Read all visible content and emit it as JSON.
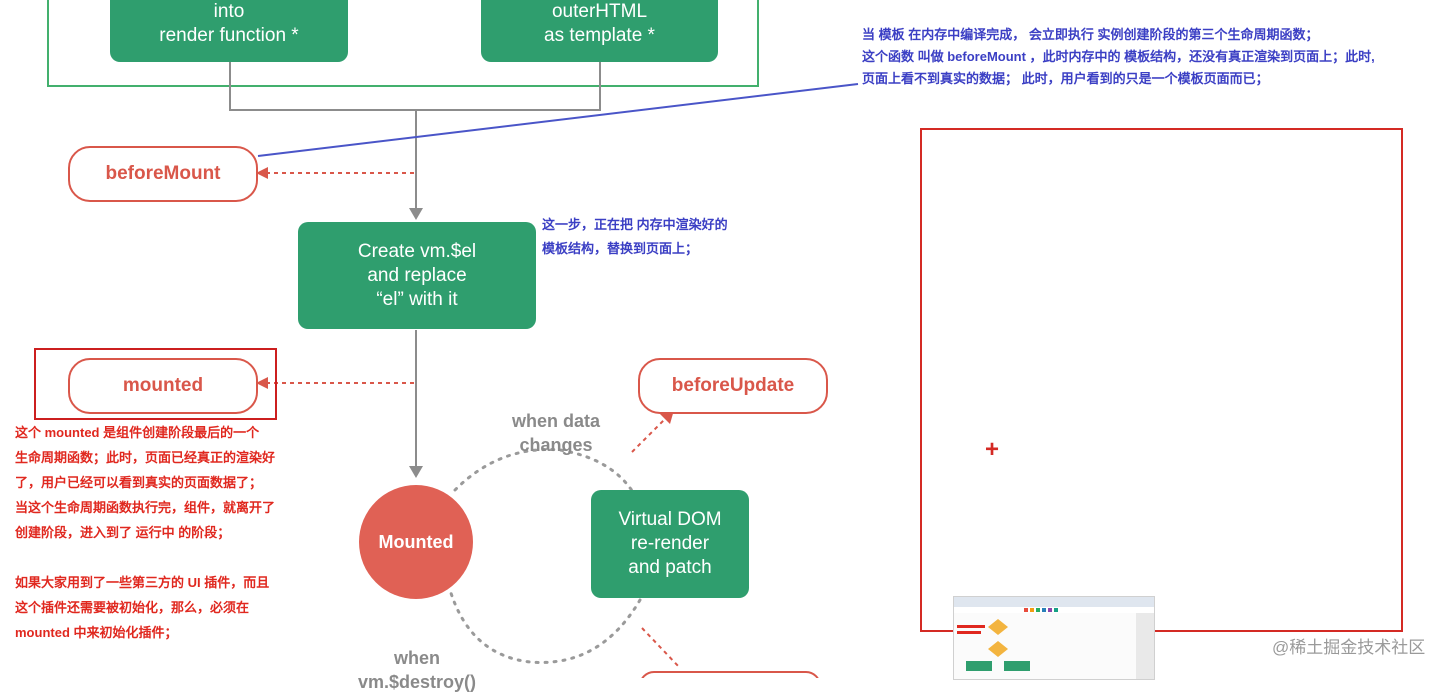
{
  "top_boxes": {
    "left": {
      "label": "into\nrender function *"
    },
    "right": {
      "label": "outerHTML\nas template *"
    }
  },
  "hooks": {
    "before_mount": "beforeMount",
    "mounted": "mounted",
    "before_update": "beforeUpdate"
  },
  "create_box": {
    "label": "Create vm.$el\nand replace\n“el” with it"
  },
  "mounted_state": {
    "label": "Mounted"
  },
  "virtual_dom_box": {
    "label": "Virtual DOM\nre-render\nand patch"
  },
  "when_data_changes": "when data\nchanges",
  "when_destroy": "when\nvm.$destroy()",
  "notes": {
    "before_mount": [
      "当 模板 在内存中编译完成， 会立即执行 实例创建阶段的第三个生命周期函数；",
      "这个函数 叫做 beforeMount ，此时内存中的 模板结构，还没有真正渲染到页面上；此时,",
      "页面上看不到真实的数据；  此时，用户看到的只是一个模板页面而已；"
    ],
    "create": [
      "这一步，正在把 内存中渲染好的",
      "模板结构，替换到页面上；"
    ],
    "mounted": [
      "这个 mounted 是组件创建阶段最后的一个",
      "生命周期函数；此时，页面已经真正的渲染好",
      "了，用户已经可以看到真实的页面数据了；",
      "当这个生命周期函数执行完，组件，就离开了",
      "创建阶段，进入到了 运行中 的阶段；",
      "",
      "如果大家用到了一些第三方的 UI 插件，而且",
      "这个插件还需要被初始化，那么，必须在",
      "mounted 中来初始化插件；"
    ]
  },
  "crosshair": "+",
  "watermark": "@稀土掘金技术社区",
  "colors": {
    "green": "#2f9e6e",
    "hook_red": "#d9574a",
    "annotation_red": "#e0281f",
    "annotation_blue": "#3b3fc4"
  }
}
